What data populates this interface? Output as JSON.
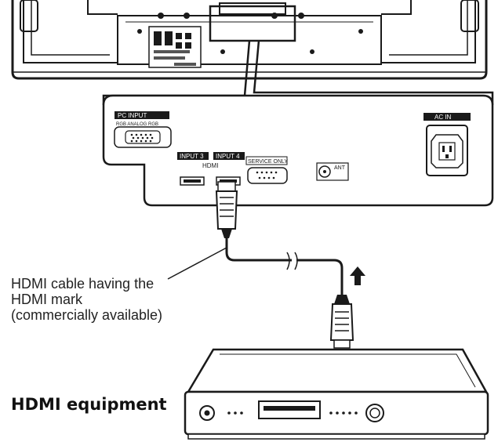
{
  "panel": {
    "pc_input_label": "PC INPUT",
    "pc_analog_label": "RGB ANALOG RGB",
    "input3_label": "INPUT 3",
    "input4_label": "INPUT 4",
    "hdmi_label": "HDMI",
    "service_label": "SERVICE ONLY",
    "ant_label": "ANT",
    "ac_in_label": "AC IN"
  },
  "caption": {
    "line1": "HDMI cable having the",
    "line2": "HDMI mark",
    "line3": "(commercially available)"
  },
  "equipment_label": "HDMI equipment",
  "colors": {
    "line": "#1a1a1a",
    "panel_fill": "#ffffff",
    "dark": "#222222"
  }
}
